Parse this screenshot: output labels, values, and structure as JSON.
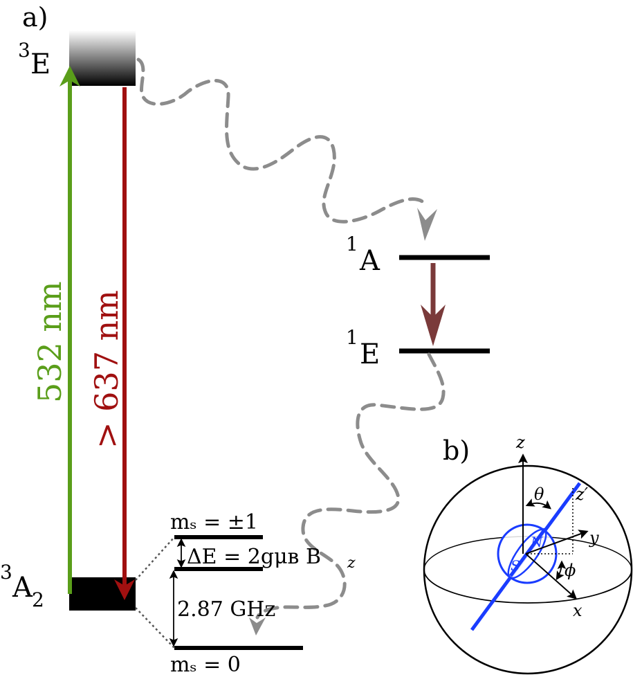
{
  "panel_a": {
    "label": "a)",
    "states": {
      "excited_triplet": {
        "symbol": "E",
        "superscript": "3"
      },
      "ground_triplet": {
        "symbol": "A",
        "superscript": "3",
        "subscript": "2"
      },
      "singlet_upper": {
        "symbol": "A",
        "superscript": "1"
      },
      "singlet_lower": {
        "symbol": "E",
        "superscript": "1"
      }
    },
    "transitions": {
      "excitation": {
        "label": "532 nm",
        "color": "#5a9e1a"
      },
      "emission": {
        "label": "> 637 nm",
        "color": "#a01010"
      },
      "singlet_decay": {
        "color": "#7a3a3a"
      },
      "nonradiative": {
        "color": "#8c8c8c"
      }
    },
    "ground_sublevels": {
      "upper_label": "mₛ = ±1",
      "lower_label": "mₛ = 0",
      "zeeman_splitting": "ΔE = 2gμʙ B",
      "zeeman_subscript": "z",
      "zero_field_splitting": "2.87 GHz"
    }
  },
  "panel_b": {
    "label": "b)",
    "axes": {
      "z": "z",
      "y": "y",
      "x": "x",
      "z_prime": "z′"
    },
    "angles": {
      "polar": "θ",
      "azimuthal": "ϕ"
    },
    "poles": {
      "north": "N",
      "south": "S"
    },
    "accent_color": "#1a3cff"
  }
}
